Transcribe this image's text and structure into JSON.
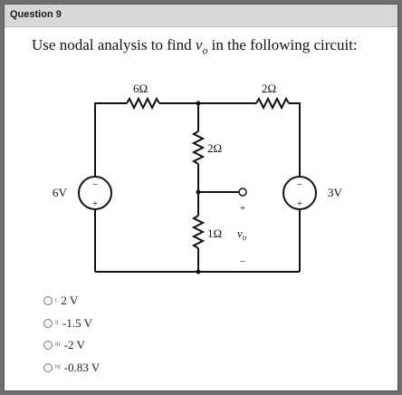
{
  "question": {
    "title": "Question 9",
    "prompt_before": "Use nodal analysis to find ",
    "prompt_var": "v",
    "prompt_sub": "o",
    "prompt_after": " in the following circuit:"
  },
  "circuit": {
    "r_top_left": "6Ω",
    "r_top_right": "2Ω",
    "r_middle_upper": "2Ω",
    "r_middle_lower": "1Ω",
    "source_left": "6V",
    "source_right": "3V",
    "source_minus": "−",
    "source_plus": "+",
    "vo_plus": "+",
    "vo_minus": "−",
    "vo_var": "v",
    "vo_sub": "o"
  },
  "options": [
    {
      "num": "I.",
      "value": "2 V"
    },
    {
      "num": "II.",
      "value": "-1.5 V"
    },
    {
      "num": "III.",
      "value": "-2 V"
    },
    {
      "num": "IV.",
      "value": "-0.83 V"
    }
  ]
}
